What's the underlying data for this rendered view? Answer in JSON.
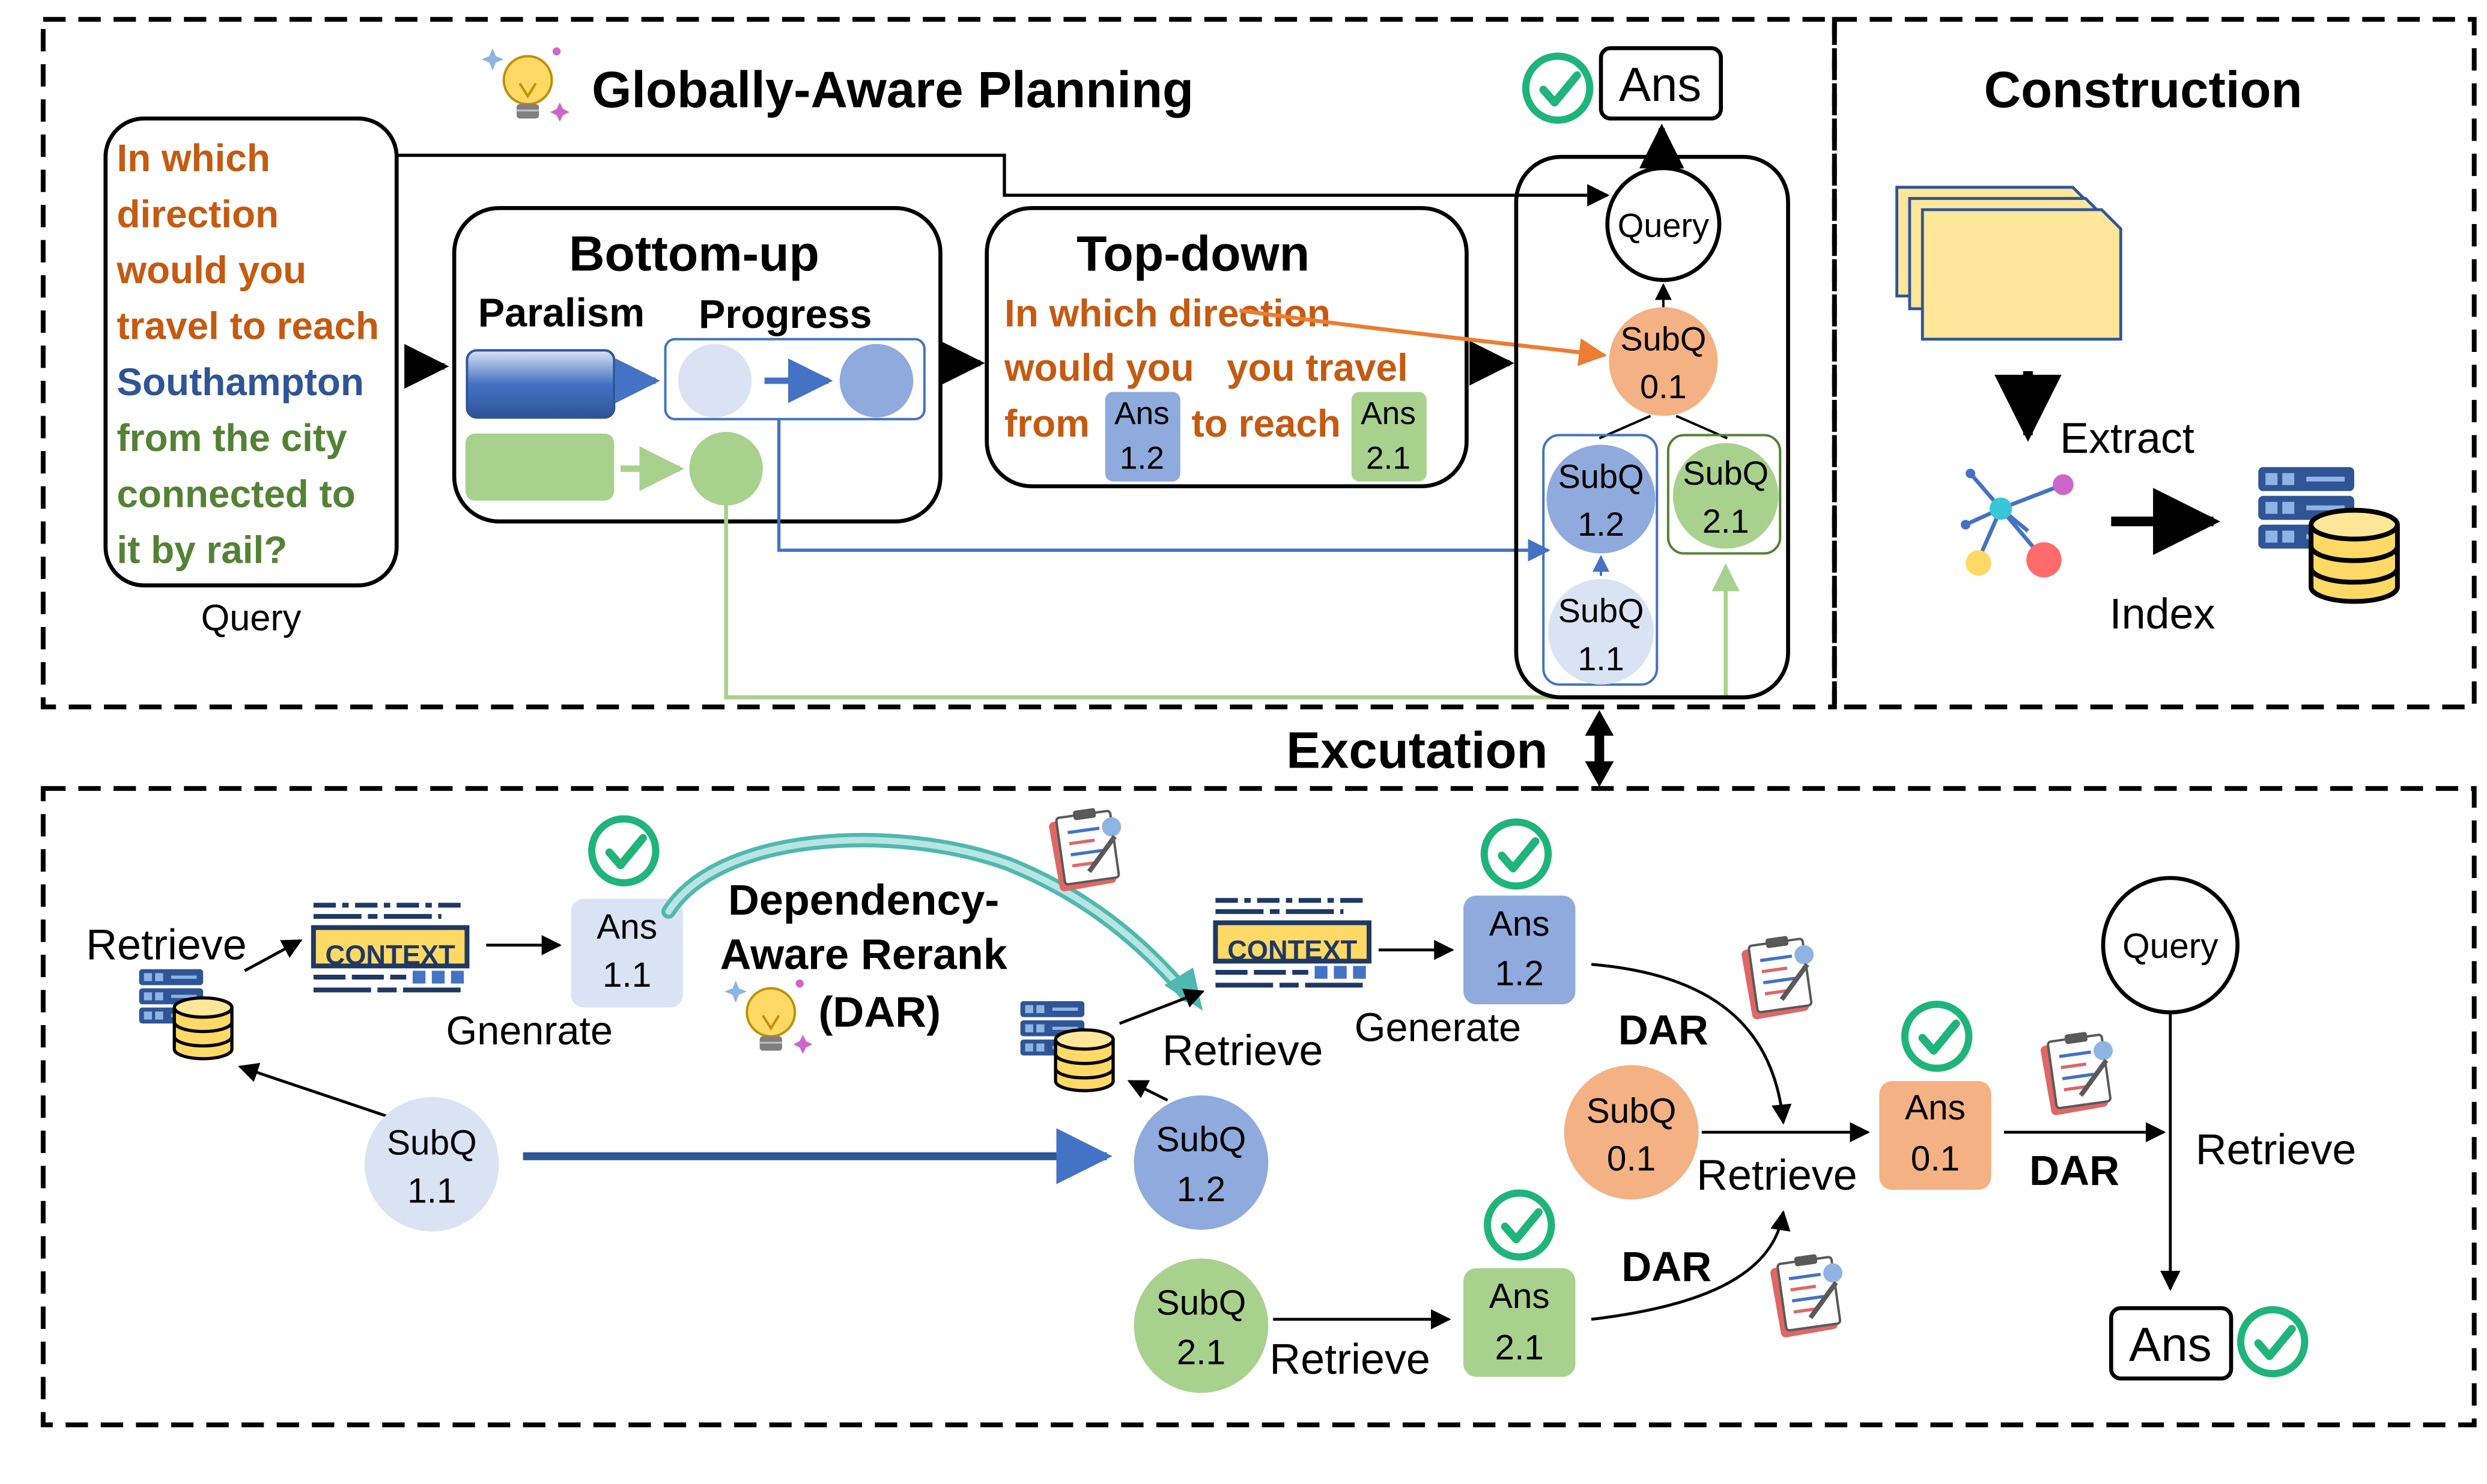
{
  "planning": {
    "title": "Globally-Aware Planning",
    "query_lines": [
      {
        "text": "In which",
        "color": "#c55a11"
      },
      {
        "text": "direction",
        "color": "#c55a11"
      },
      {
        "text": "would you",
        "color": "#c55a11"
      },
      {
        "text": "travel to reach",
        "color": "#c55a11"
      },
      {
        "text": "Southampton",
        "color": "#2f5597"
      },
      {
        "text": "from the city",
        "color": "#548235"
      },
      {
        "text": "connected to",
        "color": "#548235"
      },
      {
        "text": "it by rail?",
        "color": "#548235"
      }
    ],
    "query_caption": "Query",
    "bottom_up": {
      "title": "Bottom-up",
      "paralism": "Paralism",
      "progress": "Progress"
    },
    "top_down": {
      "title": "Top-down",
      "line1": "In which direction",
      "line2a": "would you",
      "line2b": "you travel",
      "line3a": "from",
      "line3b": "to reach",
      "ans12": [
        "Ans",
        "1.2"
      ],
      "ans21": [
        "Ans",
        "2.1"
      ]
    },
    "tree": {
      "ans": "Ans",
      "query": "Query",
      "subq01": [
        "SubQ",
        "0.1"
      ],
      "subq12": [
        "SubQ",
        "1.2"
      ],
      "subq21": [
        "SubQ",
        "2.1"
      ],
      "subq11": [
        "SubQ",
        "1.1"
      ]
    }
  },
  "construction": {
    "title": "Construction",
    "extract": "Extract",
    "index": "Index"
  },
  "execution": {
    "label": "Excutation",
    "retrieve": "Retrieve",
    "context": "CONTEXT",
    "gnenrate": "Gnenrate",
    "generate": "Generate",
    "dar_title": [
      "Dependency-",
      "Aware Rerank",
      "(DAR)"
    ],
    "dar": "DAR",
    "ans11": [
      "Ans",
      "1.1"
    ],
    "ans12": [
      "Ans",
      "1.2"
    ],
    "ans21": [
      "Ans",
      "2.1"
    ],
    "ans01": [
      "Ans",
      "0.1"
    ],
    "subq11": [
      "SubQ",
      "1.1"
    ],
    "subq12": [
      "SubQ",
      "1.2"
    ],
    "subq21": [
      "SubQ",
      "2.1"
    ],
    "subq01": [
      "SubQ",
      "0.1"
    ],
    "query": "Query",
    "final_ans": "Ans"
  },
  "colors": {
    "orange_text": "#c55a11",
    "blue_text": "#2f5597",
    "green_text": "#548235",
    "orange_node": "#f4b183",
    "dark_blue_node": "#8faadc",
    "light_blue_node": "#dae3f3",
    "green_node": "#a9d18e",
    "check_green": "#1fb57a",
    "doc_yellow": "#ffe699",
    "blue_arrow": "#4472c4",
    "green_arrow": "#a9d18e",
    "teal_arrow": "#4fb8b0"
  },
  "icons": [
    "lightbulb-icon",
    "check-icon",
    "document-stack-icon",
    "graph-icon",
    "database-icon",
    "context-icon",
    "checklist-icon"
  ]
}
